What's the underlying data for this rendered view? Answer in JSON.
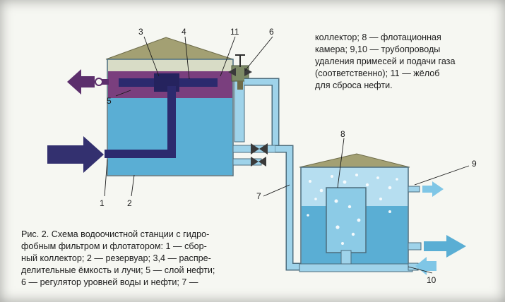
{
  "legend_top": [
    "коллектор;   8 — флотационная",
    "камера;     9,10 — трубопроводы",
    "удаления примесей и подачи газа",
    "(соответственно);    11 — жёлоб",
    "для сброса нефти."
  ],
  "legend_bottom": [
    "Рис. 2. Схема водоочистной станции с гидро-",
    "фобным фильтром и флотатором: 1 — сбор-",
    "ный коллектор; 2 — резервуар; 3,4 — распре-",
    "делительные ёмкость и лучи; 5 — слой нефти;",
    "6 — регулятор уровней воды и нефти;  7 —"
  ],
  "callouts": {
    "c1": "1",
    "c2": "2",
    "c3": "3",
    "c4": "4",
    "c5": "5",
    "c6": "6",
    "c7": "7",
    "c8": "8",
    "c9": "9",
    "c10": "10",
    "c11": "11"
  },
  "colors": {
    "water": "#5aaed4",
    "water_light": "#b6def0",
    "oil": "#7a3f7e",
    "roof": "#a3a073",
    "pipe": "#9fd3ea",
    "collector": "#2c2a6e",
    "arrow_in": "#33306f",
    "arrow_out": "#5c2f6c",
    "outlet_arrow": "#7fc6e6"
  }
}
